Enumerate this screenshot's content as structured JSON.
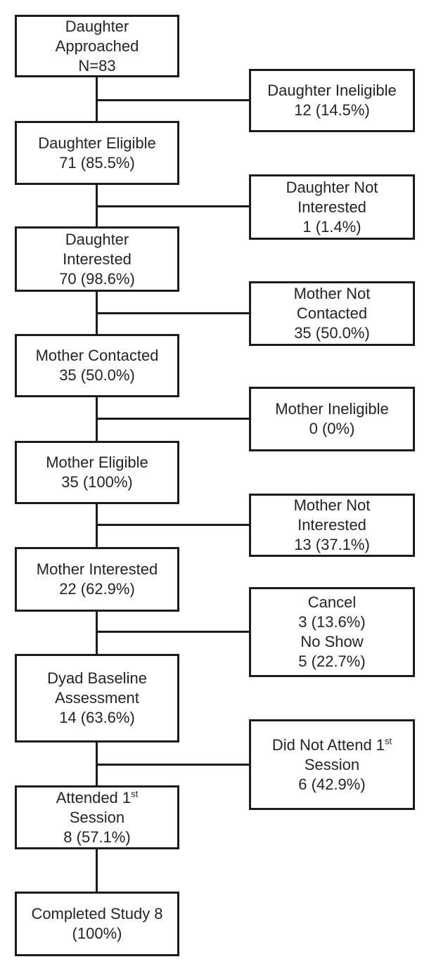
{
  "figure": {
    "kind": "participant-flow-diagram",
    "main_flow": [
      {
        "id": "daughter-approached",
        "lines": [
          "Daughter",
          "Approached",
          "N=83"
        ]
      },
      {
        "id": "daughter-eligible",
        "lines": [
          "Daughter Eligible",
          "71 (85.5%)"
        ]
      },
      {
        "id": "daughter-interested",
        "lines": [
          "Daughter",
          "Interested",
          "70 (98.6%)"
        ]
      },
      {
        "id": "mother-contacted",
        "lines": [
          "Mother Contacted",
          "35 (50.0%)"
        ]
      },
      {
        "id": "mother-eligible",
        "lines": [
          "Mother Eligible",
          "35 (100%)"
        ]
      },
      {
        "id": "mother-interested",
        "lines": [
          "Mother Interested",
          "22 (62.9%)"
        ]
      },
      {
        "id": "dyad-baseline-assessment",
        "lines": [
          "Dyad Baseline",
          "Assessment",
          "14 (63.6%)"
        ]
      },
      {
        "id": "attended-first-session",
        "lines": [
          "Attended 1^st^",
          "Session",
          "8 (57.1%)"
        ]
      },
      {
        "id": "completed-study",
        "lines": [
          "Completed Study 8",
          "(100%)"
        ]
      }
    ],
    "exclusion_flow": [
      {
        "id": "daughter-ineligible",
        "lines": [
          "Daughter Ineligible",
          "12 (14.5%)"
        ]
      },
      {
        "id": "daughter-not-interested",
        "lines": [
          "Daughter Not",
          "Interested",
          "1 (1.4%)"
        ]
      },
      {
        "id": "mother-not-contacted",
        "lines": [
          "Mother Not",
          "Contacted",
          "35 (50.0%)"
        ]
      },
      {
        "id": "mother-ineligible",
        "lines": [
          "Mother Ineligible",
          "0 (0%)"
        ]
      },
      {
        "id": "mother-not-interested",
        "lines": [
          "Mother Not",
          "Interested",
          "13 (37.1%)"
        ]
      },
      {
        "id": "cancel-no-show",
        "lines": [
          "Cancel",
          "3 (13.6%)",
          "No Show",
          "5 (22.7%)"
        ]
      },
      {
        "id": "did-not-attend-first-session",
        "lines": [
          "Did Not Attend 1^st^",
          "Session",
          "6 (42.9%)"
        ]
      }
    ]
  },
  "colors": {
    "ink": "#1b1b1b",
    "text": "#242424",
    "background": "#ffffff"
  }
}
